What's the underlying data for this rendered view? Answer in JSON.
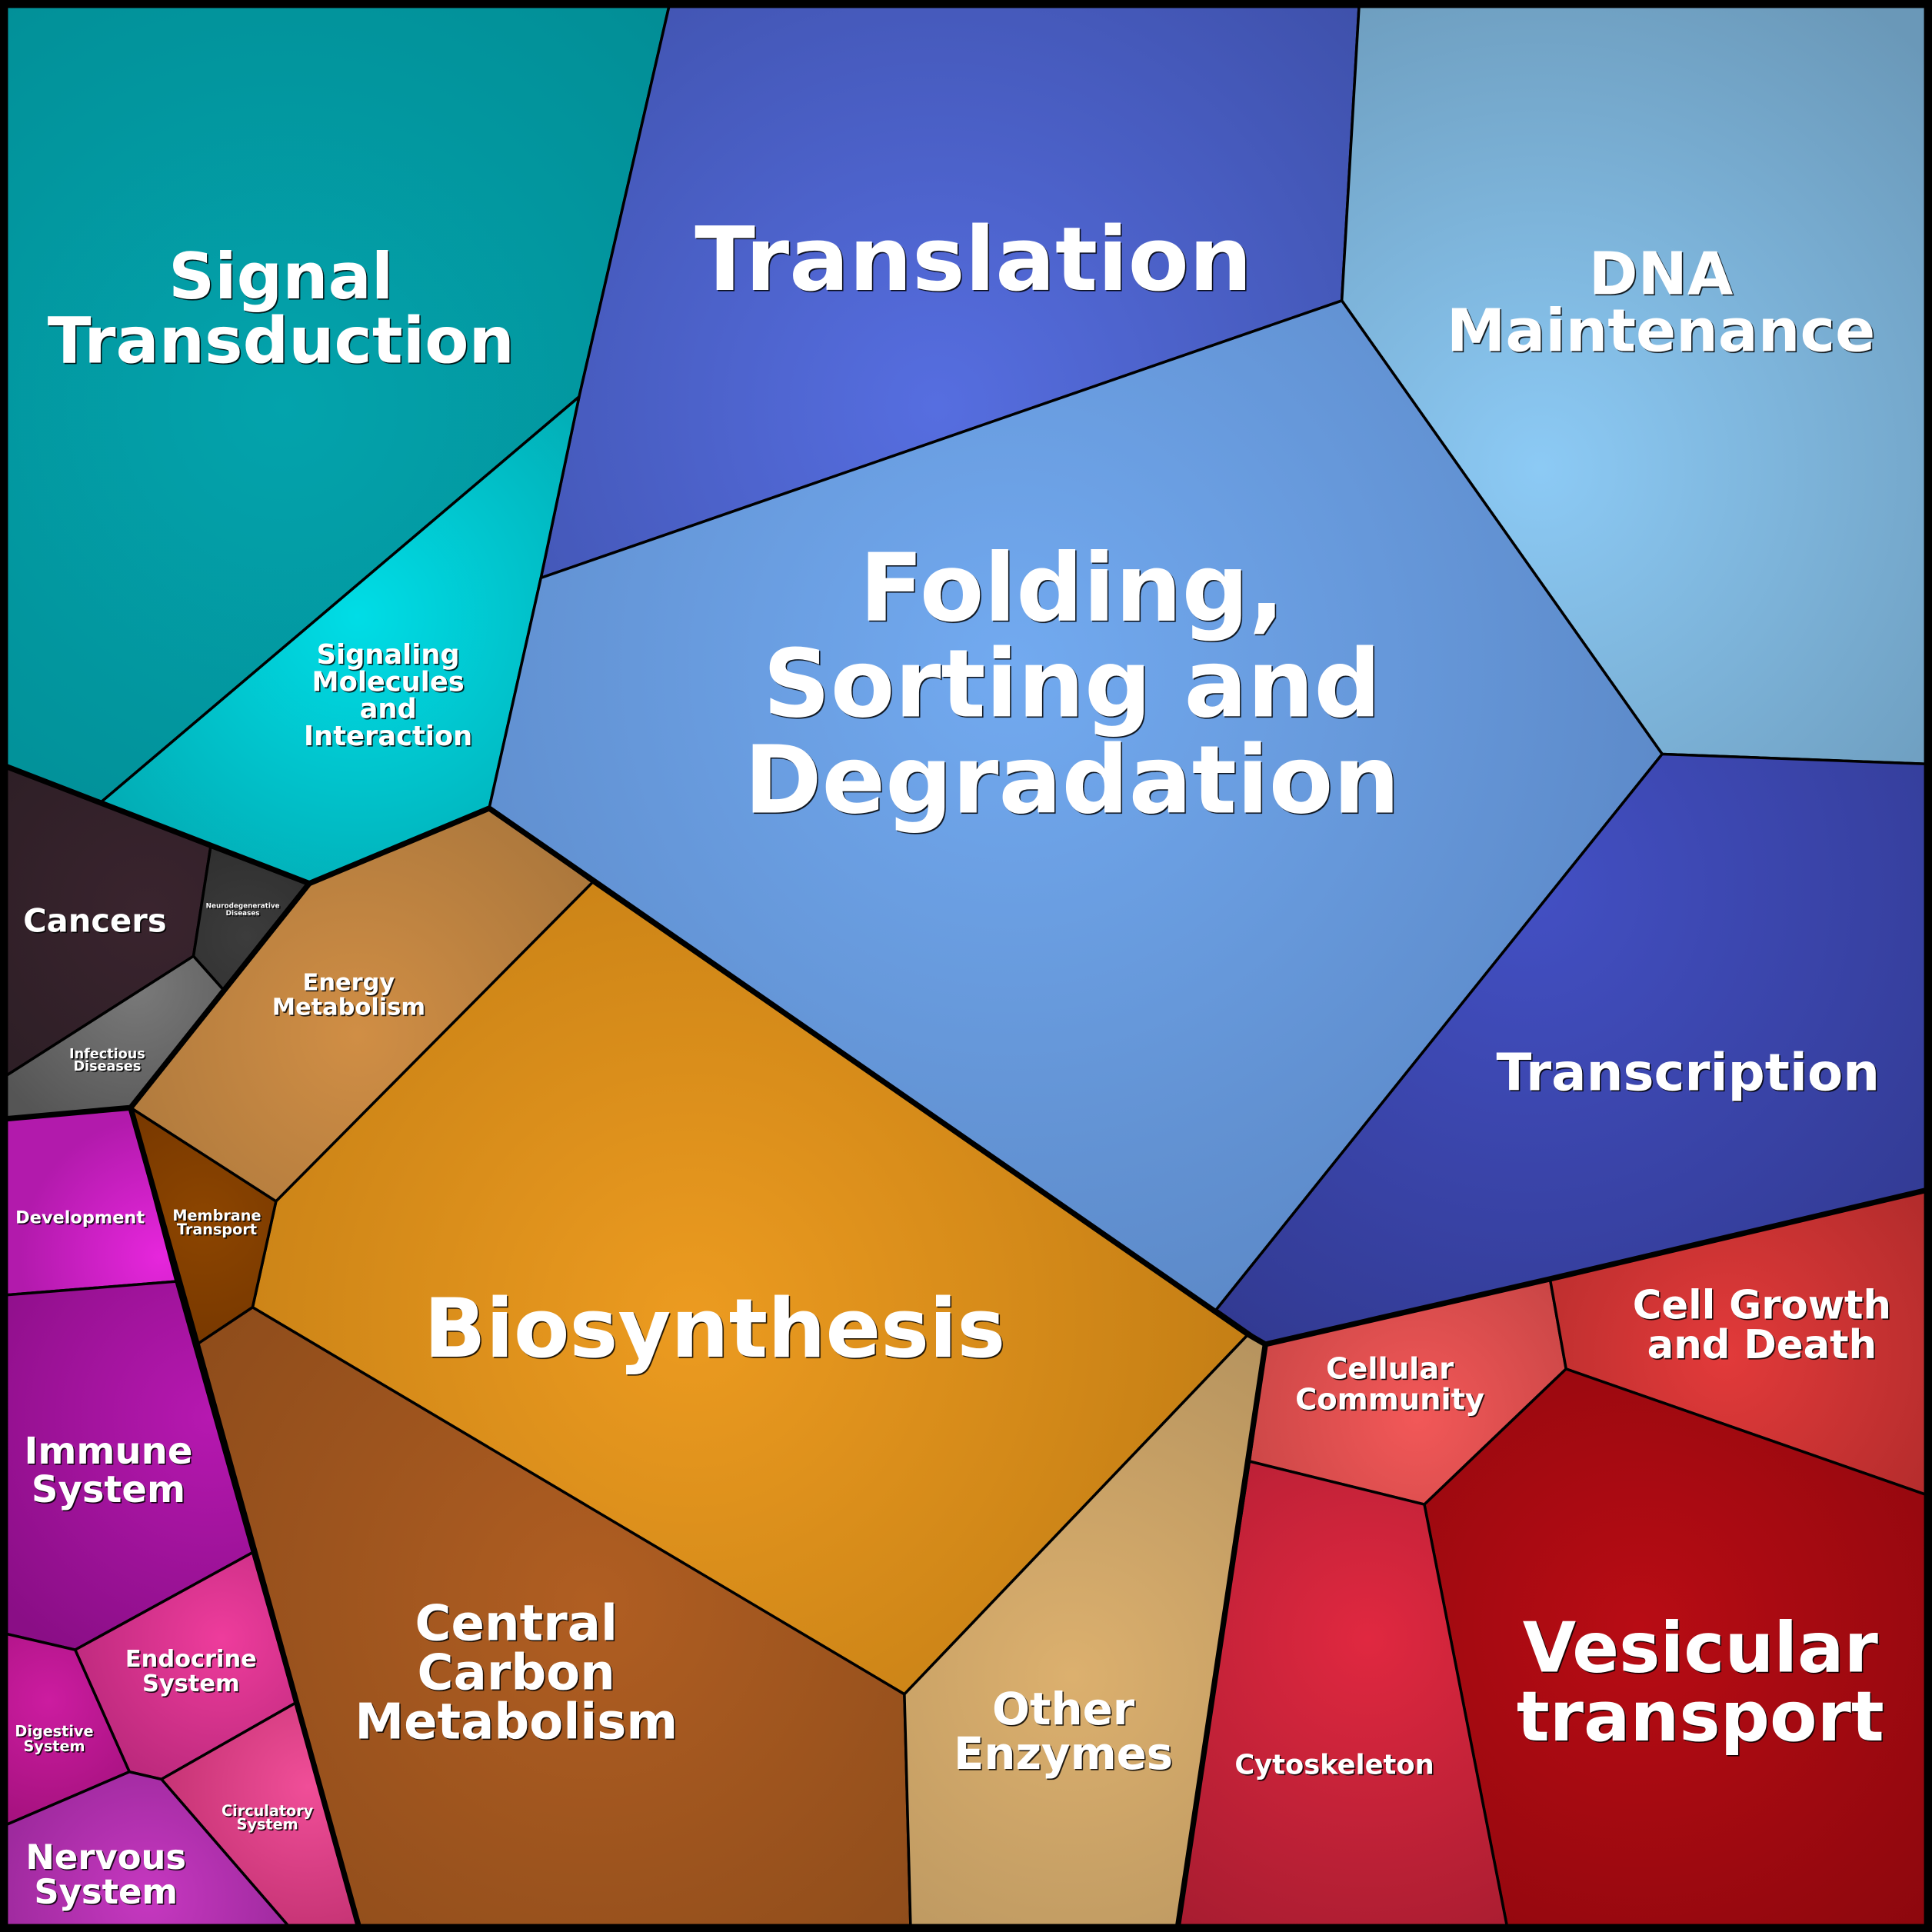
{
  "title": "Voronoi treemap of functional categories",
  "cells": [
    {
      "id": "signal-transduction",
      "label": [
        "Signal",
        "Transduction"
      ],
      "color": "#03a3ac",
      "edge": "#028c94"
    },
    {
      "id": "translation",
      "label": [
        "Translation"
      ],
      "color": "#566ee0",
      "edge": "#3d4fa8"
    },
    {
      "id": "dna-maintenance",
      "label": [
        "DNA",
        "Maintenance"
      ],
      "color": "#8ccaf5",
      "edge": "#6a98b8"
    },
    {
      "id": "signaling-molecules",
      "label": [
        "Signaling",
        "Molecules",
        "and",
        "Interaction"
      ],
      "color": "#00dde6",
      "edge": "#02a4ac"
    },
    {
      "id": "folding-sorting-degradation",
      "label": [
        "Folding,",
        "Sorting and",
        "Degradation"
      ],
      "color": "#72aaf0",
      "edge": "#5680bd"
    },
    {
      "id": "transcription",
      "label": [
        "Transcription"
      ],
      "color": "#4350c4",
      "edge": "#323a92"
    },
    {
      "id": "energy-metabolism",
      "label": [
        "Energy",
        "Metabolism"
      ],
      "color": "#d08e45",
      "edge": "#a3723a"
    },
    {
      "id": "biosynthesis",
      "label": [
        "Biosynthesis"
      ],
      "color": "#ec9b20",
      "edge": "#b77511"
    },
    {
      "id": "membrane-transport",
      "label": [
        "Membrane",
        "Transport"
      ],
      "color": "#8c4500",
      "edge": "#703300"
    },
    {
      "id": "central-carbon-metabolism",
      "label": [
        "Central",
        "Carbon",
        "Metabolism"
      ],
      "color": "#b05e22",
      "edge": "#8a4a1a"
    },
    {
      "id": "other-enzymes",
      "label": [
        "Other",
        "Enzymes"
      ],
      "color": "#dcb06e",
      "edge": "#b08f5c"
    },
    {
      "id": "cellular-community",
      "label": [
        "Cellular",
        "Community"
      ],
      "color": "#f25858",
      "edge": "#bf4141"
    },
    {
      "id": "cell-growth-and-death",
      "label": [
        "Cell Growth",
        "and Death"
      ],
      "color": "#e23a3a",
      "edge": "#ad2a2a"
    },
    {
      "id": "vesicular-transport",
      "label": [
        "Vesicular",
        "transport"
      ],
      "color": "#b80c14",
      "edge": "#8c070d"
    },
    {
      "id": "cytoskeleton",
      "label": [
        "Cytoskeleton"
      ],
      "color": "#e02840",
      "edge": "#a61c30"
    },
    {
      "id": "cancers",
      "label": [
        "Cancers"
      ],
      "color": "#3a242e",
      "edge": "#2c1e25"
    },
    {
      "id": "neurodegenerative-diseases",
      "label": [
        "Neurodegenerative",
        "Diseases"
      ],
      "color": "#3c3c3c",
      "edge": "#2e2e2e"
    },
    {
      "id": "infectious-diseases",
      "label": [
        "Infectious",
        "Diseases"
      ],
      "color": "#7a7a7a",
      "edge": "#555555"
    },
    {
      "id": "development",
      "label": [
        "Development"
      ],
      "color": "#e626dc",
      "edge": "#b21aac"
    },
    {
      "id": "immune-system",
      "label": [
        "Immune",
        "System"
      ],
      "color": "#b618b0",
      "edge": "#8a0e86"
    },
    {
      "id": "endocrine-system",
      "label": [
        "Endocrine",
        "System"
      ],
      "color": "#ee3c9c",
      "edge": "#b8287a"
    },
    {
      "id": "digestive-system",
      "label": [
        "Digestive",
        "System"
      ],
      "color": "#cc1ca0",
      "edge": "#a0107a"
    },
    {
      "id": "circulatory-system",
      "label": [
        "Circulatory",
        "System"
      ],
      "color": "#f04e98",
      "edge": "#c03070"
    },
    {
      "id": "nervous-system",
      "label": [
        "Nervous",
        "System"
      ],
      "color": "#c638c0",
      "edge": "#8e2490"
    }
  ]
}
